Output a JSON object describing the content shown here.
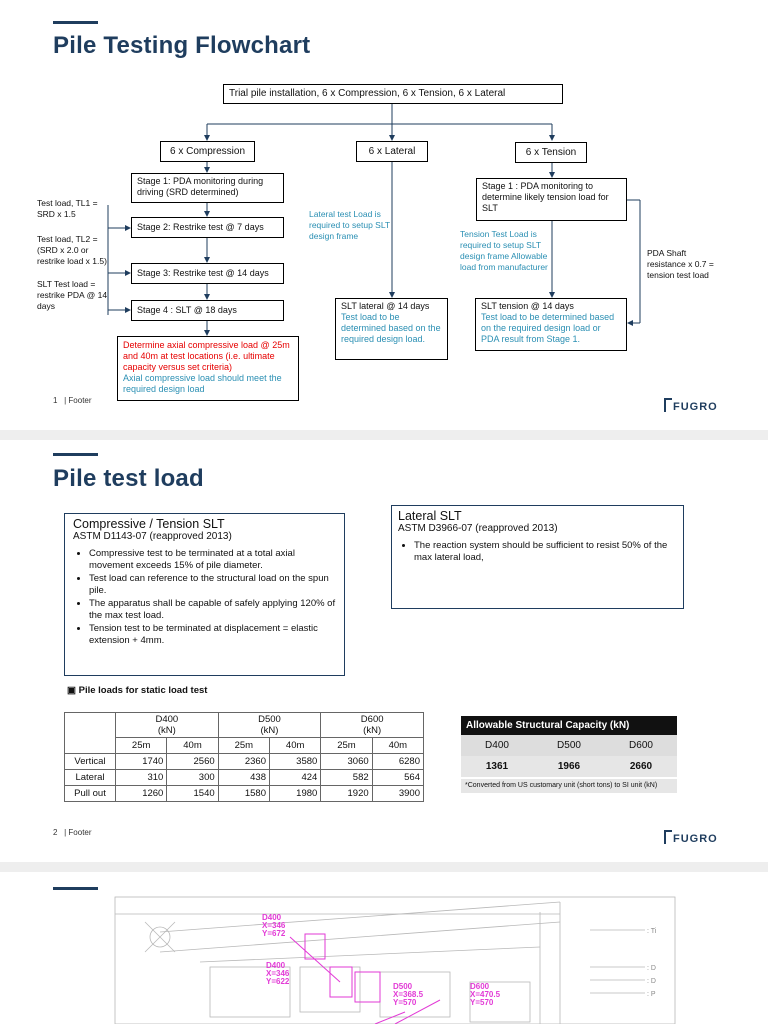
{
  "slide1": {
    "title": "Pile Testing Flowchart",
    "top_box": "Trial pile installation, 6 x Compression, 6 x Tension, 6 x Lateral",
    "compression": {
      "header": "6 x Compression",
      "stage1": "Stage 1: PDA monitoring during driving (SRD determined)",
      "stage2": "Stage 2: Restrike test @ 7 days",
      "stage3": "Stage 3: Restrike test @ 14 days",
      "stage4": "Stage 4 : SLT @ 18 days",
      "result_red": "Determine axial compressive load @ 25m and 40m at test locations (i.e. ultimate capacity versus set criteria)",
      "result_blue": "Axial compressive load should meet the required design load",
      "note_tl1": "Test load, TL1 = SRD x 1.5",
      "note_tl2": "Test load, TL2 = (SRD x 2.0 or restrike load x 1.5)",
      "note_slt": "SLT Test load = restrike PDA @ 14 days"
    },
    "lateral": {
      "header": "6 x Lateral",
      "note": "Lateral test Load is required to setup SLT design frame",
      "result_title": "SLT lateral @ 14 days",
      "result_text": "Test load to be determined based on the required design load."
    },
    "tension": {
      "header": "6 x Tension",
      "stage1": "Stage 1 : PDA monitoring to determine likely tension load for SLT",
      "note": "Tension Test Load is required to setup SLT design frame Allowable load from manufacturer",
      "pda_note": "PDA Shaft resistance x 0.7 = tension test load",
      "result_title": "SLT tension @ 14 days",
      "result_text": "Test load to be determined based on the required design load or PDA result from Stage 1."
    },
    "page_num": "1",
    "footer": "Footer"
  },
  "slide2": {
    "title": "Pile test load",
    "comp_panel": {
      "heading": "Compressive / Tension SLT",
      "standard": "ASTM D1143-07 (reapproved 2013)",
      "bullets": [
        "Compressive test to be terminated at a total axial movement exceeds 15% of pile diameter.",
        "Test load can reference to the structural load on the spun pile.",
        "The apparatus shall be capable of safely applying 120% of the max test load.",
        "Tension test to be terminated at displacement = elastic extension + 4mm."
      ]
    },
    "lat_panel": {
      "heading": "Lateral SLT",
      "standard": "ASTM D3966-07 (reapproved 2013)",
      "bullets": [
        "The reaction system should be sufficient to resist 50% of the max lateral load,"
      ]
    },
    "table_caption": "▣ Pile loads for static load test",
    "table": {
      "groups": [
        "D400\n(kN)",
        "D500\n(kN)",
        "D600\n(kN)"
      ],
      "subheaders": [
        "25m",
        "40m",
        "25m",
        "40m",
        "25m",
        "40m"
      ],
      "rows": [
        {
          "label": "Vertical",
          "values": [
            "1740",
            "2560",
            "2360",
            "3580",
            "3060",
            "6280"
          ]
        },
        {
          "label": "Lateral",
          "values": [
            "310",
            "300",
            "438",
            "424",
            "582",
            "564"
          ]
        },
        {
          "label": "Pull out",
          "values": [
            "1260",
            "1540",
            "1580",
            "1980",
            "1920",
            "3900"
          ]
        }
      ]
    },
    "capacity": {
      "title": "Allowable Structural Capacity (kN)",
      "headers": [
        "D400",
        "D500",
        "D600"
      ],
      "values": [
        "1361",
        "1966",
        "2660"
      ],
      "note": "*Converted from US customary unit (short tons) to SI unit (kN)"
    },
    "page_num": "2",
    "footer": "Footer"
  },
  "logo": "FUGRO",
  "slide3": {
    "markers": [
      "D400\nX=346\nY=672",
      "D400\nX=346\nY=622",
      "D500\nX=368.5\nY=570",
      "D600\nX=470.5\nY=570"
    ],
    "legend": [
      ": Ti",
      ": D",
      ": D",
      ": P"
    ]
  }
}
